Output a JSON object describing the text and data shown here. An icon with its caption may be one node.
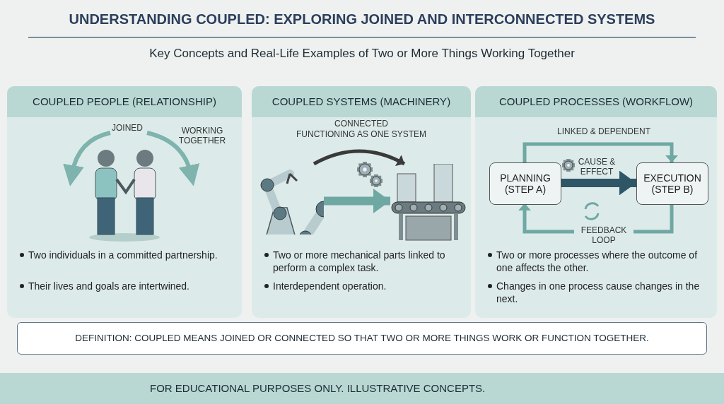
{
  "diagram": {
    "title": "UNDERSTANDING COUPLED: EXPLORING JOINED AND INTERCONNECTED SYSTEMS",
    "nodes": [
      {
        "text": [
          "COUPLED PEOPLE (RELATIONSHIP)",
          "Two individuals in a committed partnership.",
          "Their lives and goals are intertwined."
        ]
      },
      {
        "text": [
          "COUPLED SYSTEMS (MACHINERY)",
          "Two or more mechanical parts linked to perform a complex task.",
          "Interdependent operation."
        ]
      },
      {
        "text": [],
        "shape": "picture",
        "in": 1
      },
      {
        "text": [],
        "shape": "picture",
        "in": 1
      },
      {
        "text": [
          "COUPLED PROCESSES (WORKFLOW)",
          "Two or more processes where the outcome of one affects the other.",
          "Changes in one process cause changes in the next."
        ]
      },
      {
        "text": [
          "PLANNING (STEP A)"
        ],
        "in": 4
      },
      {
        "text": [
          "EXECUTION (STEP B)"
        ],
        "in": 4
      },
      {
        "text": [
          "DEFINITION: COUPLED MEANS JOINED OR CONNECTED SO THAT TWO OR MORE THINGS WORK OR FUNCTION TOGETHER."
        ]
      }
    ],
    "edges": [
      {
        "from": 2,
        "to": 3,
        "arrow": "to",
        "style": "thick"
      },
      {
        "from": 2,
        "to": 3,
        "arrow": "to",
        "color": "#3a3a3a"
      },
      {
        "from": 5,
        "to": 6,
        "arrow": "to",
        "label": "LINKED & DEPENDENT"
      },
      {
        "from": 5,
        "to": 6,
        "arrow": "to",
        "label": "CAUSE & EFFECT",
        "style": "thick",
        "color": "#2f5666"
      },
      {
        "from": 6,
        "to": 5,
        "arrow": "to",
        "label": "FEEDBACK LOOP"
      }
    ],
    "labels": [
      "Key Concepts and Real-Life Examples of Two or More Things Working Together",
      "JOINED",
      "WORKING TOGETHER",
      "CONNECTED",
      "FUNCTIONING AS ONE SYSTEM",
      "FOR EDUCATIONAL PURPOSES ONLY. ILLUSTRATIVE CONCEPTS."
    ]
  }
}
